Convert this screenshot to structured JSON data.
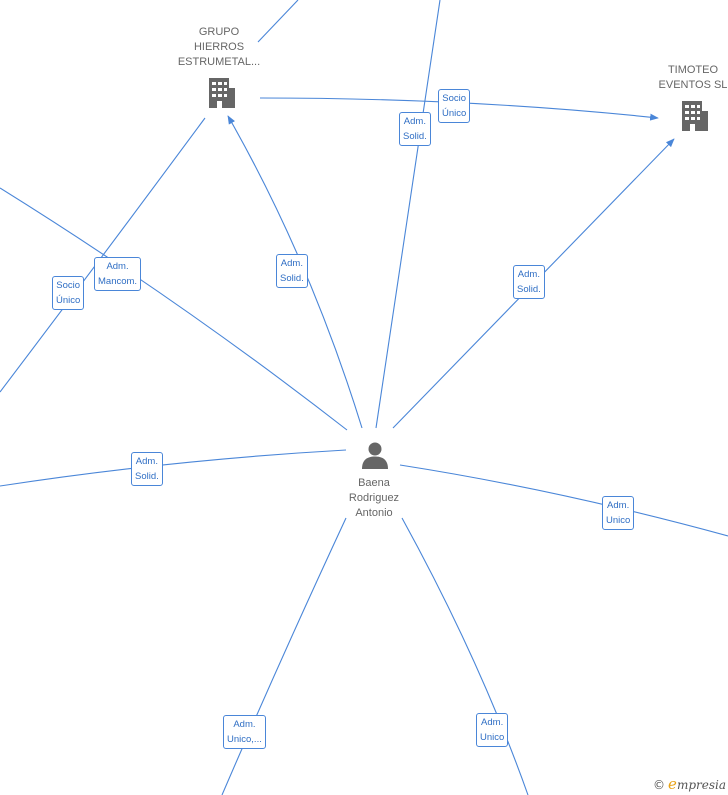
{
  "nodes": {
    "person": {
      "name": "Baena\nRodriguez\nAntonio",
      "icon": "person-icon"
    },
    "grupo": {
      "name": "GRUPO\nHIERROS\nESTRUMETAL...",
      "icon": "building-icon"
    },
    "timoteo": {
      "name": "TIMOTEO\nEVENTOS  SL",
      "icon": "building-icon"
    }
  },
  "edge_labels": [
    "Socio\nÚnico",
    "Adm.\nSolid.",
    "Adm.\nSolid.",
    "Adm.\nSolid.",
    "Adm.\nMancom.",
    "Socio\nÚnico",
    "Adm.\nSolid.",
    "Adm.\nUnico",
    "Adm.\nUnico,...",
    "Adm.\nUnico"
  ],
  "colors": {
    "edge": "#4a86d8",
    "label_text": "#2f6ec4",
    "node_text": "#666666",
    "icon": "#666666"
  },
  "watermark": {
    "copyright": "©",
    "brand_first": "e",
    "brand_rest": "mpresia"
  }
}
